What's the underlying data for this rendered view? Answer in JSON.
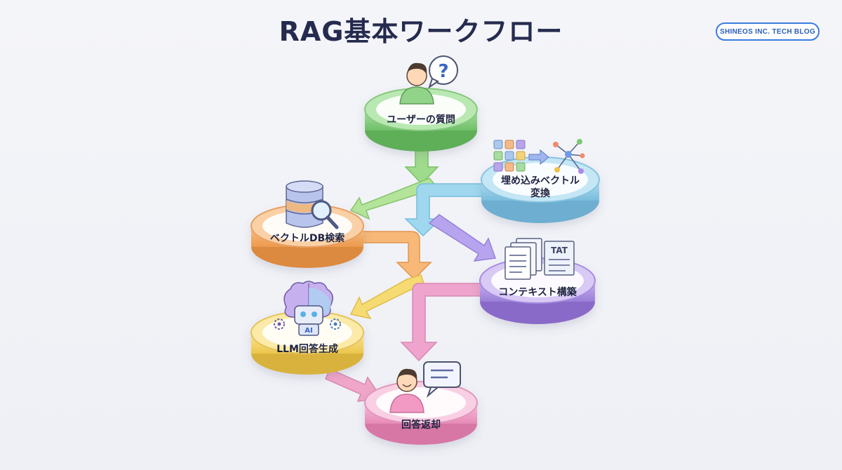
{
  "title": "RAG基本ワークフロー",
  "badge": "SHINEOS INC. TECH BLOG",
  "nodes": {
    "question": {
      "label": "ユーザーの質問",
      "icon": "user-question-icon",
      "color": "#8fd18a"
    },
    "embedding": {
      "label_line1": "埋め込みベクトル",
      "label_line2": "変換",
      "icon": "vector-grid-network-icon",
      "color": "#8ccbe6"
    },
    "search": {
      "label": "ベクトルDB検索",
      "icon": "database-search-icon",
      "color": "#f2a65e"
    },
    "context": {
      "label": "コンテキスト構築",
      "icon": "documents-icon",
      "doc_text": "TAT",
      "color": "#a98be0"
    },
    "generate": {
      "label": "LLM回答生成",
      "icon": "ai-robot-brain-icon",
      "chip_text": "AI",
      "color": "#f4d25e"
    },
    "answer": {
      "label": "回答返却",
      "icon": "user-chat-icon",
      "color": "#f09ac4"
    }
  }
}
